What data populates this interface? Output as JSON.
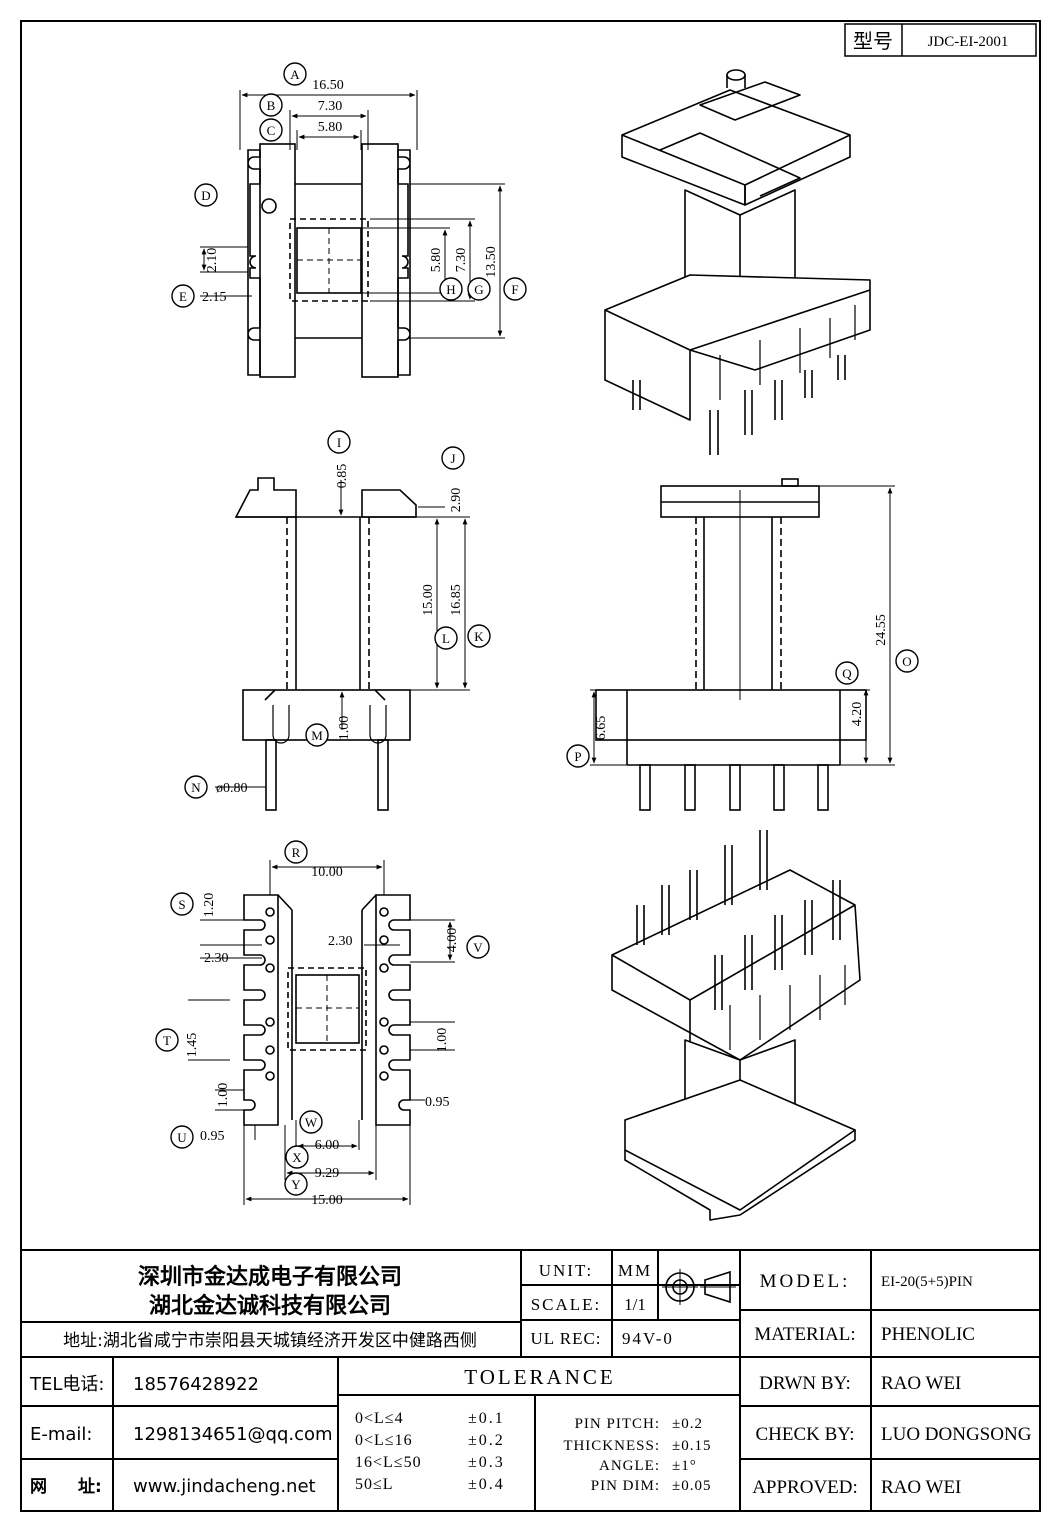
{
  "model_box": {
    "label": "型号",
    "value": "JDC-EI-2001"
  },
  "views": {
    "top": {
      "callouts": [
        "A",
        "B",
        "C",
        "D",
        "E",
        "H",
        "G",
        "F"
      ],
      "dims": {
        "a": "16.50",
        "b": "7.30",
        "c": "5.80",
        "d": "2.10",
        "e": "2.15",
        "h": "5.80",
        "g": "7.30",
        "f": "13.50"
      }
    },
    "front": {
      "callouts": [
        "I",
        "J",
        "K",
        "L",
        "M",
        "N"
      ],
      "dims": {
        "i": "0.85",
        "j": "2.90",
        "l": "15.00",
        "k": "16.85",
        "m": "1.00",
        "n": "ø0.80"
      }
    },
    "side": {
      "callouts": [
        "O",
        "P",
        "Q"
      ],
      "dims": {
        "o": "24.55",
        "p": "6.65",
        "q": "4.20"
      }
    },
    "bottom": {
      "callouts": [
        "R",
        "S",
        "T",
        "U",
        "V",
        "W",
        "X",
        "Y"
      ],
      "dims": {
        "r": "10.00",
        "s": "1.20",
        "s2": "2.30",
        "s3": "2.30",
        "t": "1.45",
        "t2": "1.00",
        "u": "0.95",
        "v": "4.00",
        "v2": "1.00",
        "v3": "0.95",
        "w": "6.00",
        "x": "9.29",
        "y": "15.00"
      }
    }
  },
  "title_block": {
    "company_1": "深圳市金达成电子有限公司",
    "company_2": "湖北金达诚科技有限公司",
    "address": "地址:湖北省咸宁市崇阳县天城镇经济开发区中健路西侧",
    "tel_label": "TEL电话:",
    "tel": "18576428922",
    "email_label": "E-mail:",
    "email": "1298134651@qq.com",
    "web_label_1": "网",
    "web_label_2": "址:",
    "web": "www.jindacheng.net",
    "unit_label": "UNIT:",
    "unit": "MM",
    "scale_label": "SCALE:",
    "scale": "1/1",
    "ulrec_label": "UL REC:",
    "ulrec": "94V-0",
    "tolerance_title": "TOLERANCE",
    "tolerances": [
      {
        "range": "0<L≤4",
        "value": "±0.1"
      },
      {
        "range": "0<L≤16",
        "value": "±0.2"
      },
      {
        "range": "16<L≤50",
        "value": "±0.3"
      },
      {
        "range": "50≤L",
        "value": "±0.4"
      }
    ],
    "specs": [
      {
        "label": "PIN PITCH:",
        "value": "±0.2"
      },
      {
        "label": "THICKNESS:",
        "value": "±0.15"
      },
      {
        "label": "ANGLE:",
        "value": "±1°"
      },
      {
        "label": "PIN DIM:",
        "value": "±0.05"
      }
    ],
    "model_label": "MODEL:",
    "model": "EI-20(5+5)PIN",
    "material_label": "MATERIAL:",
    "material": "PHENOLIC",
    "drawn_label": "DRWN BY:",
    "drawn": "RAO WEI",
    "check_label": "CHECK BY:",
    "check": "LUO DONGSONG",
    "approved_label": "APPROVED:",
    "approved": "RAO WEI"
  }
}
